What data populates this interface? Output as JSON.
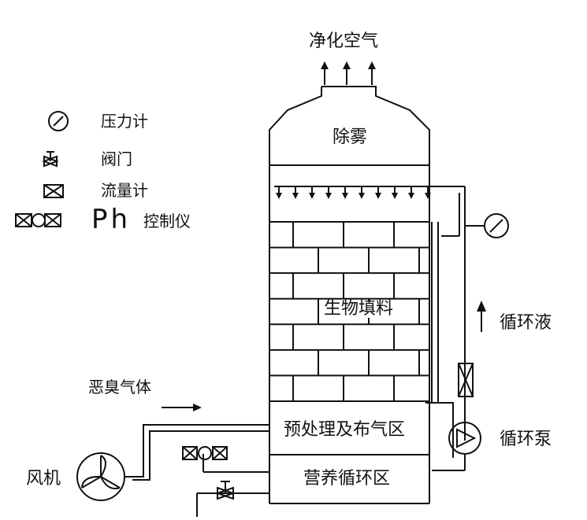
{
  "diagram": {
    "top_output": "净化空气",
    "zone_demist": "除雾",
    "zone_packing": "生物填料",
    "zone_pretreat": "预处理及布气区",
    "zone_nutrient": "营养循环区",
    "inlet_gas": "恶臭气体",
    "fan_label": "风机",
    "circulating_liquid": "循环液",
    "circulating_pump": "循环泵"
  },
  "legend": {
    "pressure_gauge": "压力计",
    "valve": "阀门",
    "flow_meter": "流量计",
    "ph_prefix": "Ph",
    "ph_controller": "控制仪"
  },
  "colors": {
    "line": "#111111",
    "background": "#ffffff"
  }
}
